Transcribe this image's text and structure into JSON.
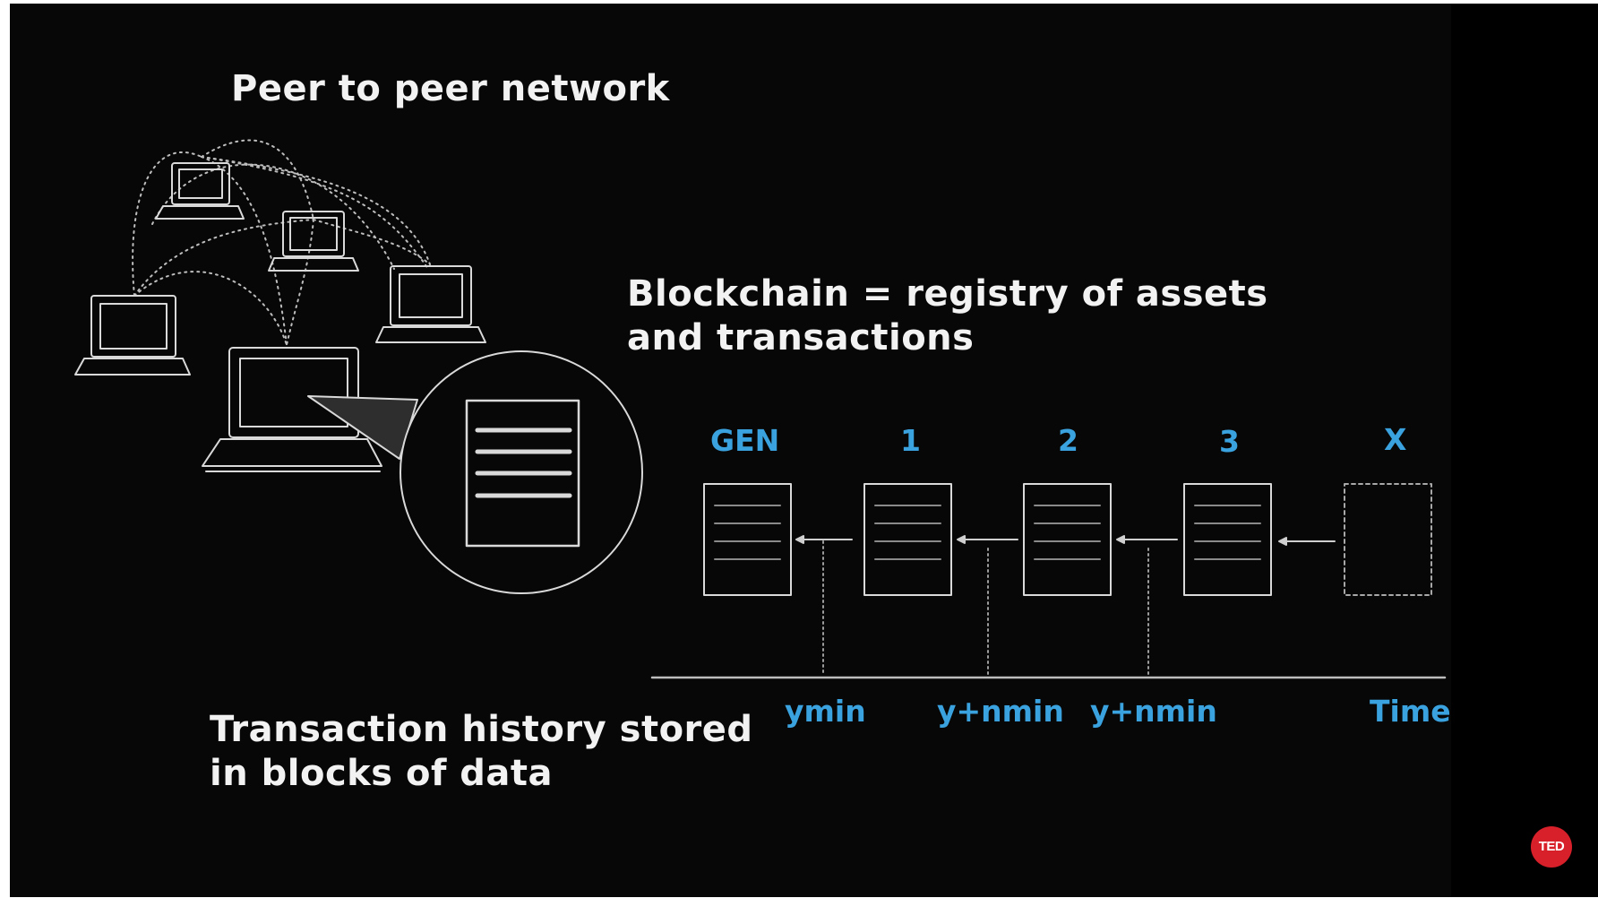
{
  "slide": {
    "network_title": "Peer to peer network",
    "blockchain_title_line1": "Blockchain = registry of assets",
    "blockchain_title_line2": "and transactions",
    "history_line1": "Transaction history stored",
    "history_line2": "in blocks of data",
    "block_labels": [
      "GEN",
      "1",
      "2",
      "3",
      "X"
    ],
    "time_labels": [
      "ymin",
      "y+nmin",
      "y+nmin",
      "Time"
    ],
    "logo_text": "TED"
  },
  "colors": {
    "background": "#070707",
    "text": "#f2f2f2",
    "accent": "#3aa2de",
    "line": "#d9d9d9",
    "logo": "#d8202a"
  },
  "icons": [
    "laptop-icon",
    "document-icon",
    "ted-logo"
  ]
}
